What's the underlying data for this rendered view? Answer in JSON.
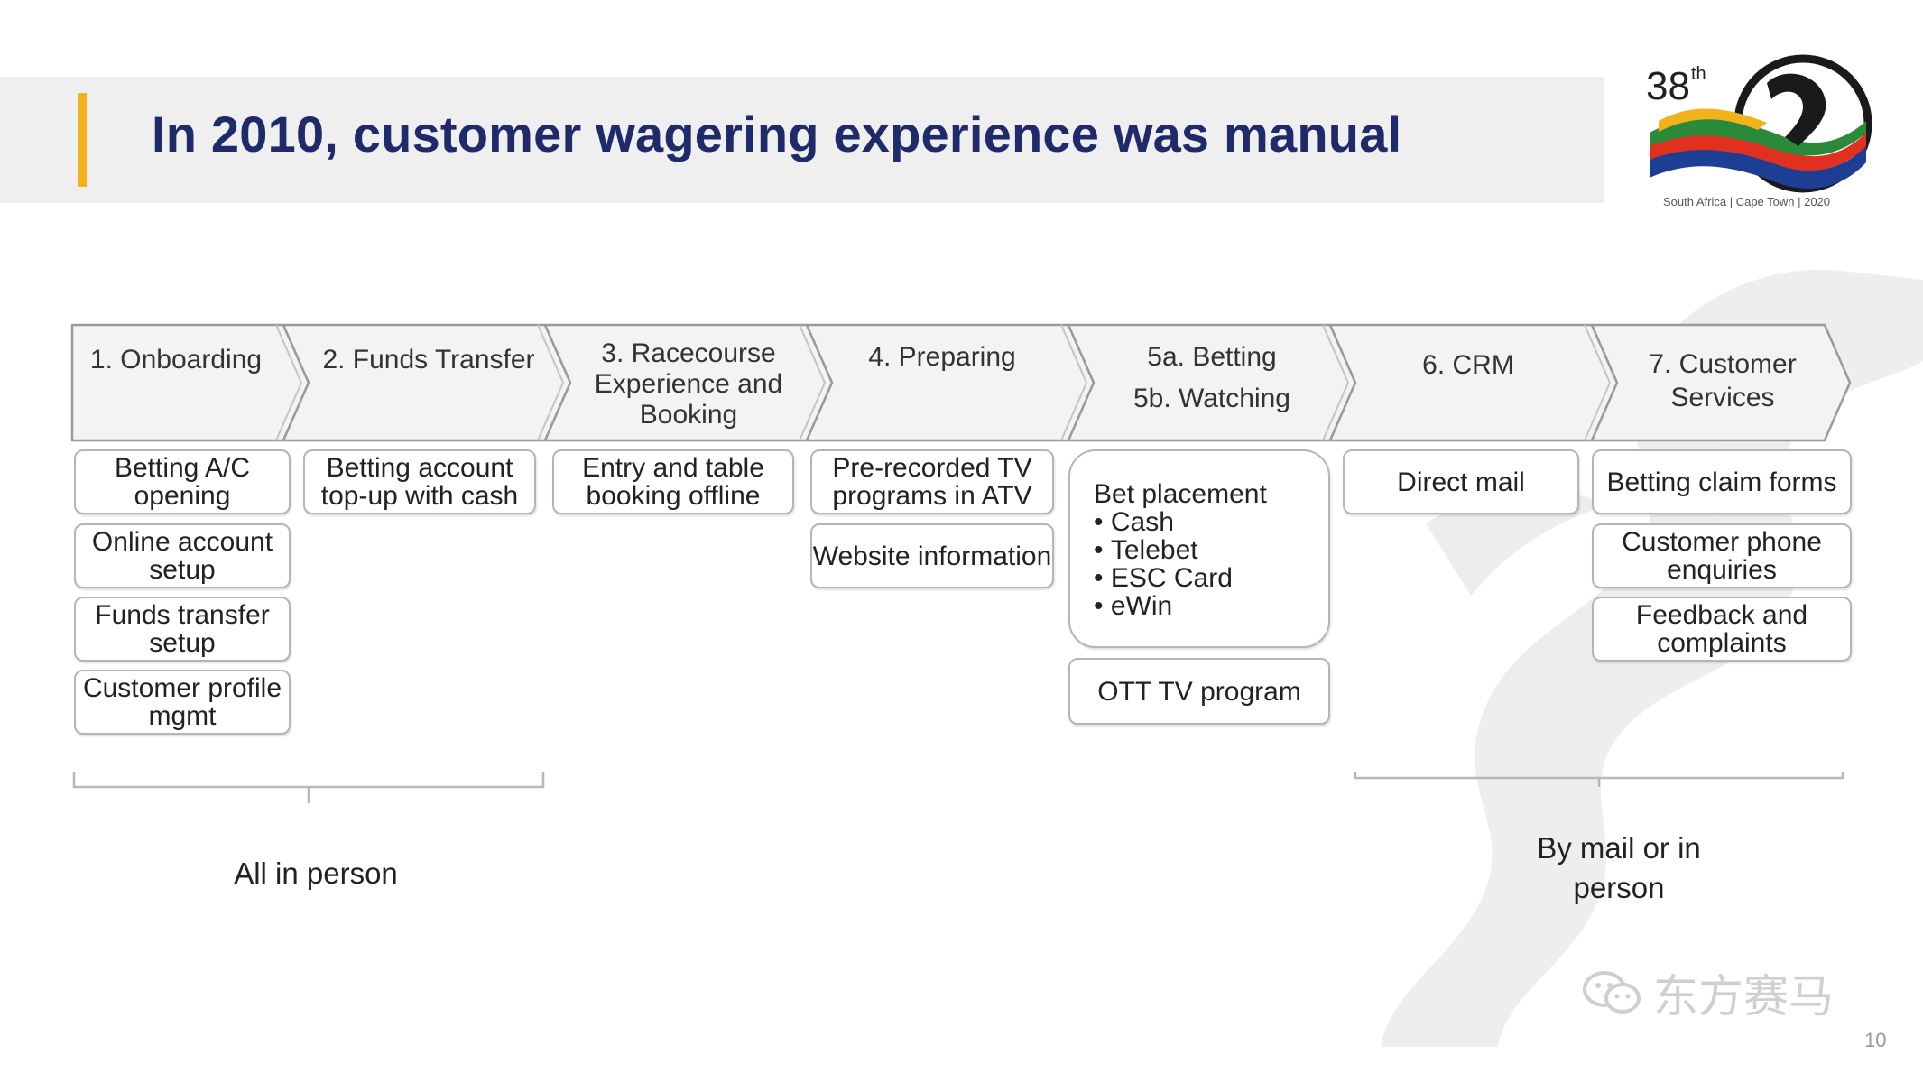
{
  "title": "In 2010, customer wagering experience was manual",
  "logo": {
    "ordinal": "38",
    "ordinal_suffix": "th",
    "tagline": "South Africa | Cape Town | 2020",
    "colors": [
      "#1a1a1a",
      "#2a8a3a",
      "#e03020",
      "#1c3f94",
      "#f2b21b"
    ]
  },
  "stages": [
    {
      "label_lines": [
        "1. Onboarding"
      ]
    },
    {
      "label_lines": [
        "2. Funds Transfer"
      ]
    },
    {
      "label_lines": [
        "3. Racecourse",
        "Experience and",
        "Booking"
      ]
    },
    {
      "label_lines": [
        "4. Preparing"
      ]
    },
    {
      "label_lines": [
        "5a. Betting",
        "5b. Watching"
      ]
    },
    {
      "label_lines": [
        "6. CRM"
      ]
    },
    {
      "label_lines": [
        "7. Customer",
        "Services"
      ]
    }
  ],
  "boxes": {
    "onboarding": [
      "Betting A/C opening",
      "Online account setup",
      "Funds transfer setup",
      "Customer profile mgmt"
    ],
    "funds_transfer": [
      "Betting account top-up with cash"
    ],
    "racecourse": [
      "Entry and table booking offline"
    ],
    "preparing": [
      "Pre-recorded TV programs in ATV",
      "Website information"
    ],
    "betting": {
      "heading": "Bet placement",
      "items": [
        "Cash",
        "Telebet",
        "ESC Card",
        "eWin"
      ],
      "watching": "OTT TV program"
    },
    "crm": [
      "Direct mail"
    ],
    "customer_services": [
      "Betting claim forms",
      "Customer phone enquiries",
      "Feedback and complaints"
    ]
  },
  "notes": {
    "left": "All in person",
    "right_line1": "By mail or in",
    "right_line2": "person"
  },
  "watermark": {
    "text": "东方赛马",
    "icon": "wechat-icon"
  },
  "page_number": "10",
  "colors": {
    "title": "#1f2a6b",
    "accent": "#f2b21b",
    "band": "#efefef",
    "arrow_fill": "#f3f3f3",
    "arrow_stroke": "#9a9a9a"
  }
}
